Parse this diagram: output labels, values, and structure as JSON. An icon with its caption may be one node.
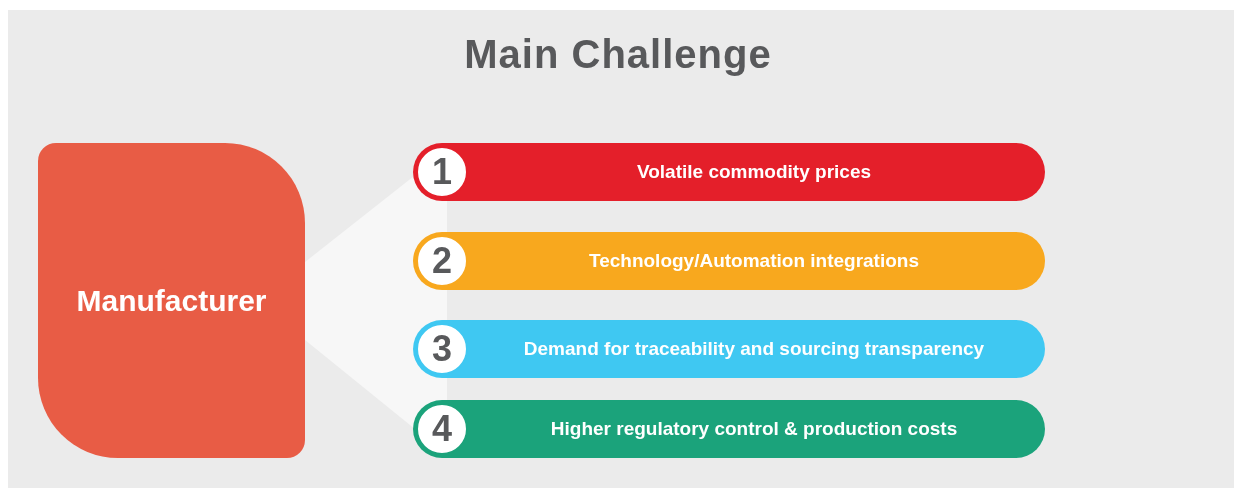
{
  "diagram": {
    "title": "Main Challenge",
    "nodes": [
      {
        "text": [
          "Manufacturer"
        ]
      },
      {
        "text": [],
        "shape": "trapezoid"
      },
      {
        "text": [
          "1",
          "Volatile commodity prices"
        ]
      },
      {
        "text": [
          "2",
          "Technology/Automation integrations"
        ]
      },
      {
        "text": [
          "3",
          "Demand for traceability and sourcing transparency"
        ]
      },
      {
        "text": [
          "4",
          "Higher regulatory control & production costs"
        ]
      }
    ]
  }
}
